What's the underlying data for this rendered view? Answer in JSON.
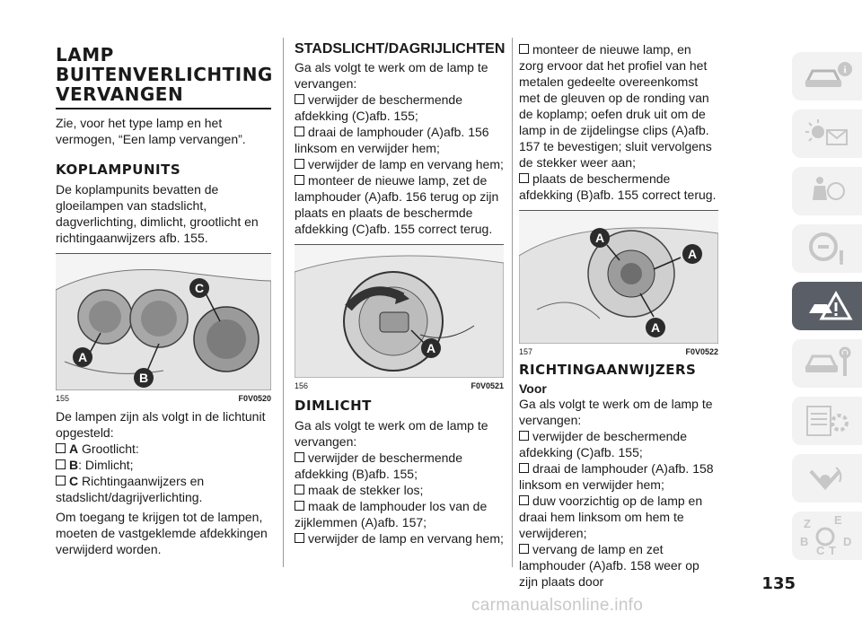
{
  "col1": {
    "title_line1": "LAMP",
    "title_line2": "BUITENVERLICHTING",
    "title_line3": "VERVANGEN",
    "intro": "Zie, voor het type lamp en het vermogen, “Een lamp vervangen”.",
    "koplampunits_heading": "KOPLAMPUNITS",
    "koplampunits_text": "De koplampunits bevatten de gloeilampen van stadslicht, dagverlichting, dimlicht, grootlicht en richtingaanwijzers afb. 155.",
    "fig155_num": "155",
    "fig155_code": "F0V0520",
    "fig155_labels": [
      "C",
      "A",
      "B"
    ],
    "layout_intro": "De lampen zijn als volgt in de lichtunit opgesteld:",
    "items": [
      {
        "key": "A",
        "text": "Grootlicht:"
      },
      {
        "key": "B",
        "text": ": Dimlicht;"
      },
      {
        "key": "C",
        "text": "Richtingaanwijzers en stadslicht/dagrijverlichting."
      }
    ],
    "access_text": "Om toegang te krijgen tot de lampen, moeten de vastgeklemde afdekkingen verwijderd worden."
  },
  "col2": {
    "stads_heading": "STADSLICHT/DAGRIJLICHTEN",
    "stads_intro": "Ga als volgt te werk om de lamp te vervangen:",
    "stads_steps": [
      "verwijder de beschermende afdekking (C)afb. 155;",
      "draai de lamphouder (A)afb. 156 linksom en verwijder hem;",
      "verwijder de lamp en vervang hem;",
      "monteer de nieuwe lamp, zet de lamphouder (A)afb. 156 terug op zijn plaats en plaats de beschermde afdekking (C)afb. 155 correct terug."
    ],
    "fig156_num": "156",
    "fig156_code": "F0V0521",
    "fig156_label": "A",
    "dim_heading": "DIMLICHT",
    "dim_intro": "Ga als volgt te werk om de lamp te vervangen:",
    "dim_steps": [
      "verwijder de beschermende afdekking (B)afb. 155;",
      "maak de stekker los;",
      "maak de lamphouder los van de zijklemmen (A)afb. 157;",
      "verwijder de lamp en vervang hem;"
    ]
  },
  "col3": {
    "steps": [
      "monteer de nieuwe lamp, en zorg ervoor dat het profiel van het metalen gedeelte overeenkomst met de gleuven op de ronding van de koplamp; oefen druk uit om de lamp in de zijdelingse clips (A)afb. 157 te bevestigen; sluit vervolgens de stekker weer aan;",
      "plaats de beschermende afdekking (B)afb. 155 correct terug."
    ],
    "fig157_num": "157",
    "fig157_code": "F0V0522",
    "fig157_labels": [
      "A",
      "A",
      "A"
    ],
    "richting_heading": "RICHTINGAANWIJZERS",
    "voor_heading": "Voor",
    "richting_intro": "Ga als volgt te werk om de lamp te vervangen:",
    "richting_steps": [
      "verwijder de beschermende afdekking (C)afb. 155;",
      "draai de lamphouder (A)afb. 158 linksom en verwijder hem;",
      "duw voorzichtig op de lamp en draai hem linksom om hem te verwijderen;",
      "vervang de lamp en zet lamphouder (A)afb. 158 weer op zijn plaats door"
    ]
  },
  "sidebar": {
    "icons": [
      "car-info-icon",
      "lights-message-icon",
      "airbag-safety-icon",
      "steering-wheel-icon",
      "warning-emergency-icon",
      "car-service-icon",
      "technical-data-icon",
      "multimedia-icon",
      "index-icon"
    ],
    "active_index": 4,
    "index_letters": [
      "Z",
      "E",
      "B",
      "C",
      "T",
      "D"
    ],
    "active_color": "#5a5e66",
    "bg_color": "#f2f2f2"
  },
  "page_number": "135",
  "watermark": "carmanualsonline.info"
}
